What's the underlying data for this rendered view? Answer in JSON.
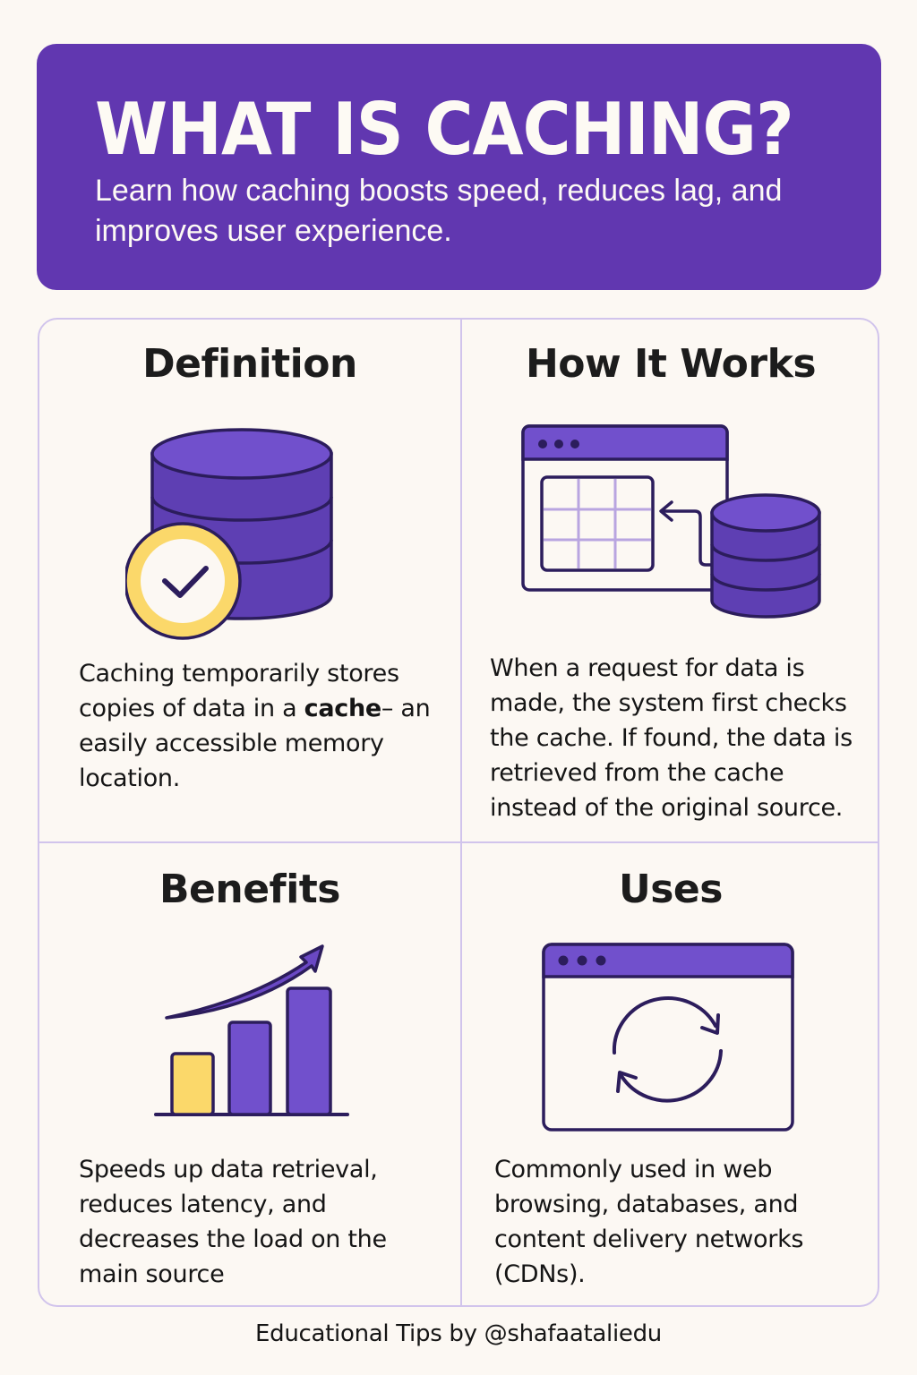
{
  "colors": {
    "background": "#fcf8f3",
    "primary_purple": "#6137b0",
    "icon_purple": "#7150cc",
    "icon_purple_dark": "#5e3fb3",
    "outline": "#2c1d5c",
    "accent_yellow": "#fbd86a",
    "grid_border": "#d1c4ec",
    "text": "#151515"
  },
  "hero": {
    "title": "WHAT IS CACHING?",
    "subtitle": "Learn how caching boosts speed, reduces lag, and improves user experience."
  },
  "sections": [
    {
      "title": "Definition",
      "icon": "database-check-icon",
      "text_before_bold": "Caching temporarily stores copies of data in a ",
      "text_bold": "cache",
      "text_after_bold": "– an easily accessible memory location."
    },
    {
      "title": "How It Works",
      "icon": "browser-database-arrow-icon",
      "text": "When a request for data is made, the system first checks the cache. If found, the data is retrieved from the cache instead of the original source."
    },
    {
      "title": "Benefits",
      "icon": "growth-bar-chart-icon",
      "text": "Speeds up data retrieval, reduces latency, and decreases the load on the main source"
    },
    {
      "title": "Uses",
      "icon": "browser-refresh-icon",
      "text": "Commonly used in web browsing, databases, and content delivery networks (CDNs)."
    }
  ],
  "footer": {
    "credit": "Educational Tips by @shafaataliedu"
  }
}
